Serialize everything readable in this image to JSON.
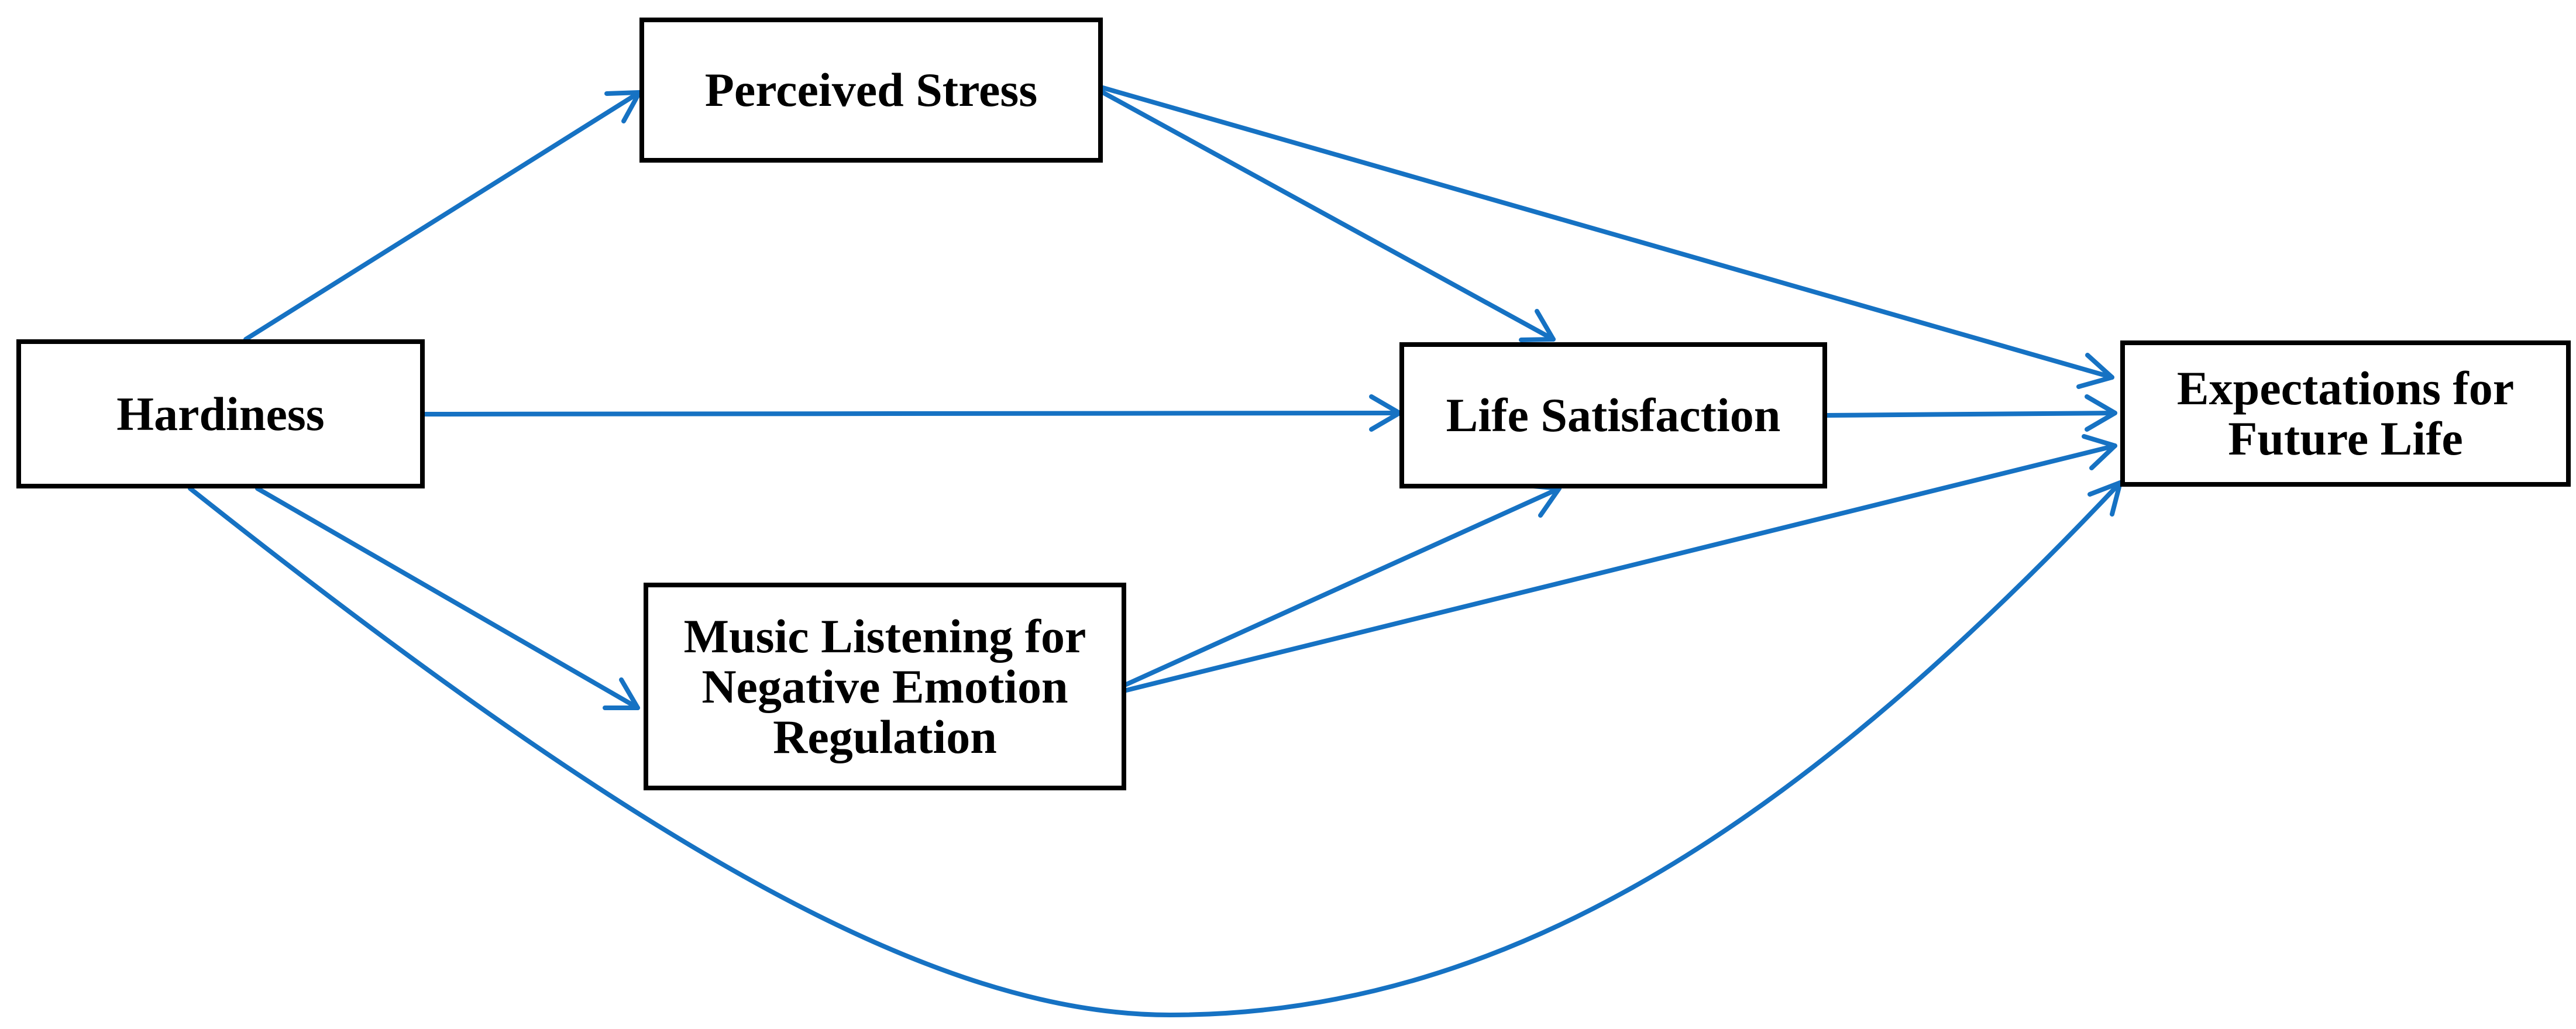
{
  "nodes": {
    "hardiness": {
      "lines": [
        "Hardiness"
      ]
    },
    "perceived_stress": {
      "lines": [
        "Perceived Stress"
      ]
    },
    "life_satisfaction": {
      "lines": [
        "Life Satisfaction"
      ]
    },
    "expectations": {
      "lines": [
        "Expectations for",
        "Future Life"
      ]
    },
    "music": {
      "lines": [
        "Music Listening for",
        "Negative Emotion",
        "Regulation"
      ]
    }
  },
  "colors": {
    "arrow": "#1672C3",
    "border": "#000000",
    "text": "#000000",
    "background": "#FFFFFF"
  },
  "edges": [
    {
      "from": "Hardiness",
      "to": "Perceived Stress"
    },
    {
      "from": "Hardiness",
      "to": "Life Satisfaction"
    },
    {
      "from": "Hardiness",
      "to": "Music Listening for Negative Emotion Regulation"
    },
    {
      "from": "Hardiness",
      "to": "Expectations for Future Life"
    },
    {
      "from": "Perceived Stress",
      "to": "Life Satisfaction"
    },
    {
      "from": "Perceived Stress",
      "to": "Expectations for Future Life"
    },
    {
      "from": "Music Listening for Negative Emotion Regulation",
      "to": "Life Satisfaction"
    },
    {
      "from": "Music Listening for Negative Emotion Regulation",
      "to": "Expectations for Future Life"
    },
    {
      "from": "Life Satisfaction",
      "to": "Expectations for Future Life"
    }
  ]
}
